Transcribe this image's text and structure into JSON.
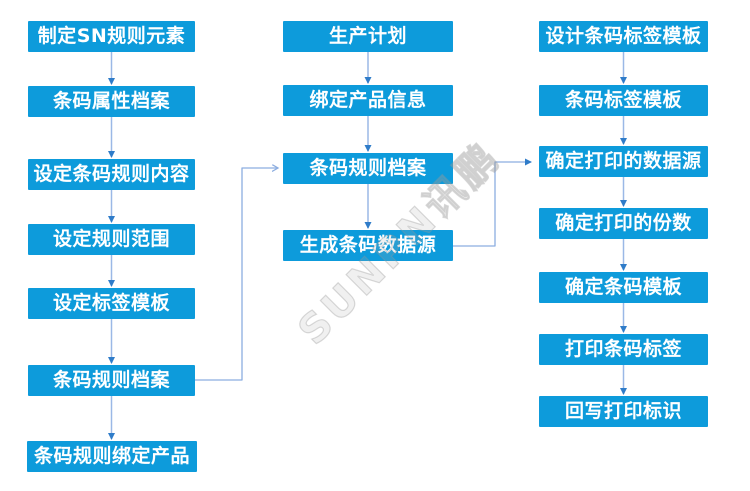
{
  "diagram": {
    "type": "flowchart",
    "columns": [
      {
        "name": "barcode-rule-setup",
        "nodes": [
          "制定SN规则元素",
          "条码属性档案",
          "设定条码规则内容",
          "设定规则范围",
          "设定标签模板",
          "条码规则档案",
          "条码规则绑定产品"
        ]
      },
      {
        "name": "production-binding",
        "nodes": [
          "生产计划",
          "绑定产品信息",
          "条码规则档案",
          "生成条码数据源"
        ]
      },
      {
        "name": "label-printing",
        "nodes": [
          "设计条码标签模板",
          "条码标签模板",
          "确定打印的数据源",
          "确定打印的份数",
          "确定条码模板",
          "打印条码标签",
          "回写打印标识"
        ]
      }
    ],
    "flow_direction": "top-to-bottom within each column",
    "cross_links": [
      {
        "from": {
          "column": 0,
          "index": 5
        },
        "to": {
          "column": 1,
          "index": 2
        }
      },
      {
        "from": {
          "column": 1,
          "index": 3
        },
        "to": {
          "column": 2,
          "index": 2
        }
      }
    ],
    "watermark": {
      "text": "SUNPN讯鹏"
    },
    "colors": {
      "node_fill": "#0D9BDB",
      "node_text": "#FFFFFF",
      "arrow_line": "#8CADE0",
      "arrow_head": "#2F7CC9",
      "watermark": "#C9C9C9",
      "background": "#FFFFFF"
    }
  }
}
